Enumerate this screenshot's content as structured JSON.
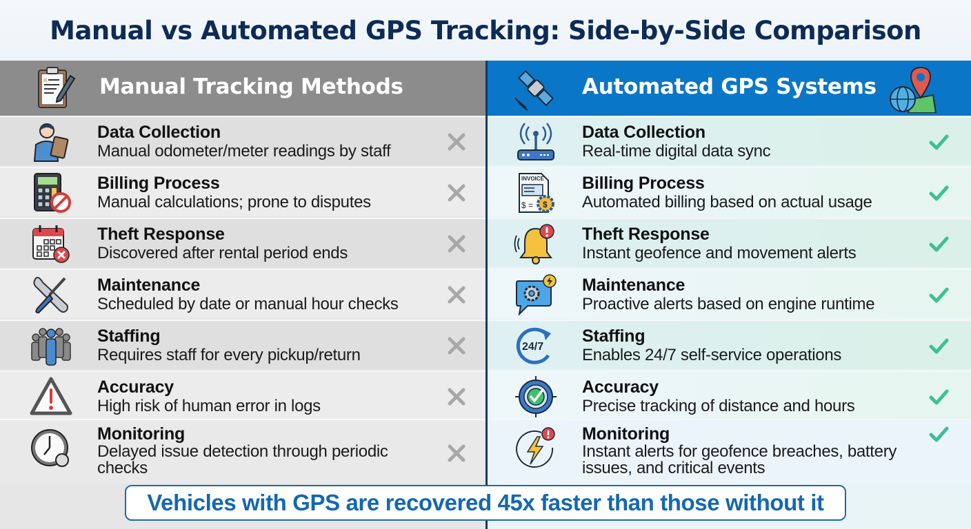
{
  "title": "Manual vs Automated GPS Tracking: Side-by-Side Comparison",
  "colors": {
    "title": "#0d2b55",
    "manual_header": "#8c8c8c",
    "automated_header": "#0a76c8",
    "cross_mark": "#a8a8a8",
    "check_mark": "#3dbf95",
    "callout_text": "#1468b0"
  },
  "manual": {
    "header": "Manual Tracking Methods",
    "header_icon": "clipboard-icon",
    "rows": [
      {
        "title": "Data Collection",
        "desc": "Manual odometer/meter readings by staff",
        "icon": "person-clipboard-icon",
        "mark": "cross"
      },
      {
        "title": "Billing Process",
        "desc": "Manual calculations; prone to disputes",
        "icon": "calculator-prohibited-icon",
        "mark": "cross"
      },
      {
        "title": "Theft Response",
        "desc": "Discovered after rental period ends",
        "icon": "calendar-x-icon",
        "mark": "cross"
      },
      {
        "title": "Maintenance",
        "desc": "Scheduled by date or manual hour checks",
        "icon": "wrench-screwdriver-icon",
        "mark": "cross"
      },
      {
        "title": "Staffing",
        "desc": "Requires staff for every pickup/return",
        "icon": "team-icon",
        "mark": "cross"
      },
      {
        "title": "Accuracy",
        "desc": "High risk of human error in logs",
        "icon": "warning-triangle-icon",
        "mark": "cross"
      },
      {
        "title": "Monitoring",
        "desc": "Delayed issue detection through periodic checks",
        "icon": "clock-icon",
        "mark": "cross"
      }
    ]
  },
  "automated": {
    "header": "Automated GPS Systems",
    "header_icon": "satellite-icon",
    "header_icon_right": "globe-map-pin-icon",
    "rows": [
      {
        "title": "Data Collection",
        "desc": "Real-time digital data sync",
        "icon": "wireless-router-icon",
        "mark": "check"
      },
      {
        "title": "Billing Process",
        "desc": "Automated billing based on actual usage",
        "icon": "invoice-gear-icon",
        "mark": "check"
      },
      {
        "title": "Theft Response",
        "desc": "Instant geofence and movement alerts",
        "icon": "alert-bell-icon",
        "mark": "check"
      },
      {
        "title": "Maintenance",
        "desc": "Proactive alerts based on engine runtime",
        "icon": "gear-chat-bubble-icon",
        "mark": "check"
      },
      {
        "title": "Staffing",
        "desc": "Enables 24/7 self-service operations",
        "icon": "24-7-cycle-icon",
        "mark": "check"
      },
      {
        "title": "Accuracy",
        "desc": "Precise tracking of distance and hours",
        "icon": "target-check-icon",
        "mark": "check"
      },
      {
        "title": "Monitoring",
        "desc": "Instant alerts for geofence breaches, battery issues, and critical events",
        "icon": "lightning-alert-icon",
        "mark": "check"
      }
    ]
  },
  "callout": "Vehicles with GPS are recovered 45x faster than those without it"
}
